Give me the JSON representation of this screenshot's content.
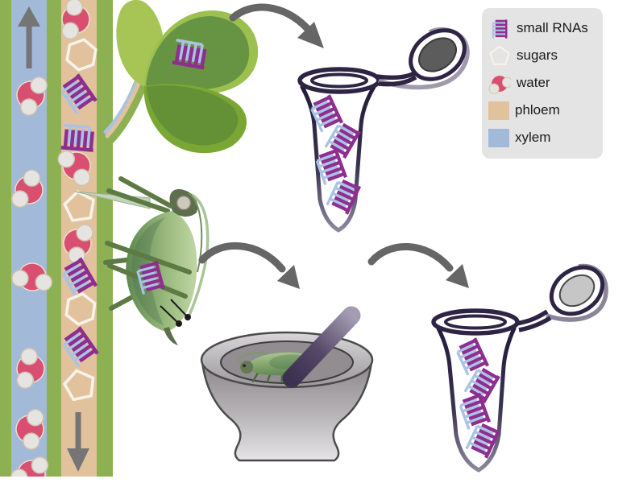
{
  "figure": {
    "description": "Diagram of small RNA extraction: plant leaf and stem vascular bands (xylem, phloem) with molecules, an aphid feeding on phloem, curved arrows to microcentrifuge tubes of small RNAs, and a mortar and pestle grinding an aphid."
  },
  "legend": {
    "items": [
      {
        "id": "small-rnas",
        "label": "small RNAs",
        "icon": "small-rna-icon"
      },
      {
        "id": "sugars",
        "label": "sugars",
        "icon": "sugar-icon"
      },
      {
        "id": "water",
        "label": "water",
        "icon": "water-icon"
      },
      {
        "id": "phloem",
        "label": "phloem",
        "icon": "phloem-swatch"
      },
      {
        "id": "xylem",
        "label": "xylem",
        "icon": "xylem-swatch"
      }
    ]
  },
  "icons": {
    "small_rna": "two-strand ladder comb, purple and light blue",
    "sugar": "white outlined pentagon/hexagon ring",
    "water": "pink oxygen circle with two pale hydrogen circles",
    "flow_arrows": "gray up arrow in xylem, gray down arrow in phloem",
    "process_arrows": "dark gray curved arrows between steps"
  },
  "colors": {
    "stem_green": "#8cb052",
    "xylem_blue": "#a3b9d8",
    "phloem_tan": "#e2c29d",
    "rna_purple": "#8e2e90",
    "rna_blue": "#a9c3e5",
    "water_pink": "#d94f72",
    "water_hydrogen": "#e6e4e0",
    "sugar_outline": "#f7f3ea",
    "arrow_gray": "#666666",
    "band_arrow_gray": "#757575",
    "tube_outline": "#2e2444",
    "cap_dark_gray": "#5c5c5c",
    "cap_light_gray": "#c6c6c6",
    "mortar_gray": "#a5a1a5",
    "pestle_purple": "#4f4160",
    "leaf_green": "#8ab33e",
    "aphid_green": "#8fb071",
    "legend_bg": "#e4e4e4",
    "legend_text": "#1a1a1a"
  }
}
